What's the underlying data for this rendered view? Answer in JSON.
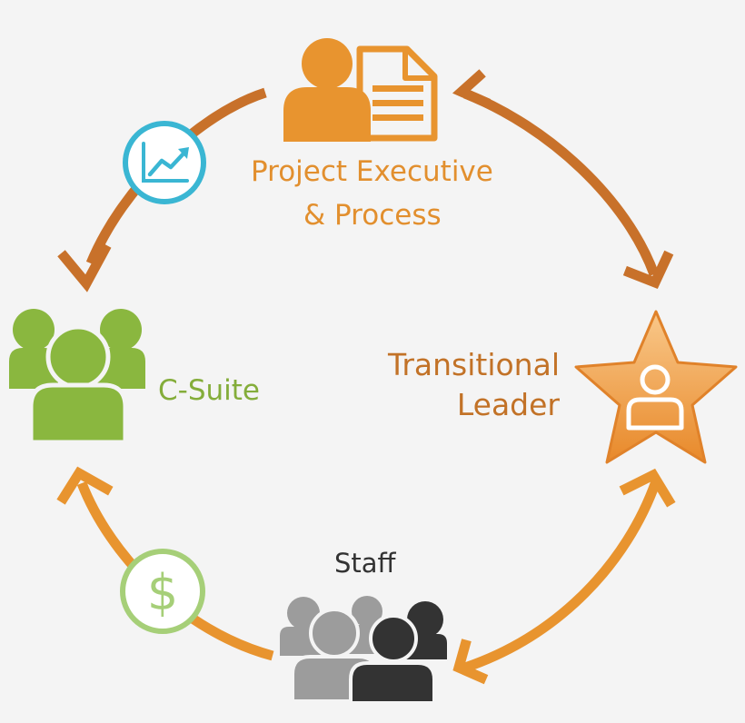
{
  "nodes": {
    "project_executive": {
      "line1": "Project Executive",
      "line2": "& Process",
      "icon": "person-document-icon"
    },
    "transitional_leader": {
      "line1": "Transitional",
      "line2": "Leader",
      "icon": "star-person-icon"
    },
    "c_suite": {
      "label": "C-Suite",
      "icon": "group-icon"
    },
    "staff": {
      "label": "Staff",
      "icon": "staff-group-icon"
    }
  },
  "badges": {
    "growth": {
      "icon": "chart-growth-icon"
    },
    "money": {
      "icon": "dollar-icon"
    }
  },
  "colors": {
    "orange": "#e8942f",
    "dark_orange": "#c8712a",
    "green": "#8ab73f",
    "teal": "#3ab6d3",
    "light_green": "#a6cf78",
    "gray": "#9c9c9c",
    "dark": "#333333",
    "background": "#f4f4f4"
  }
}
